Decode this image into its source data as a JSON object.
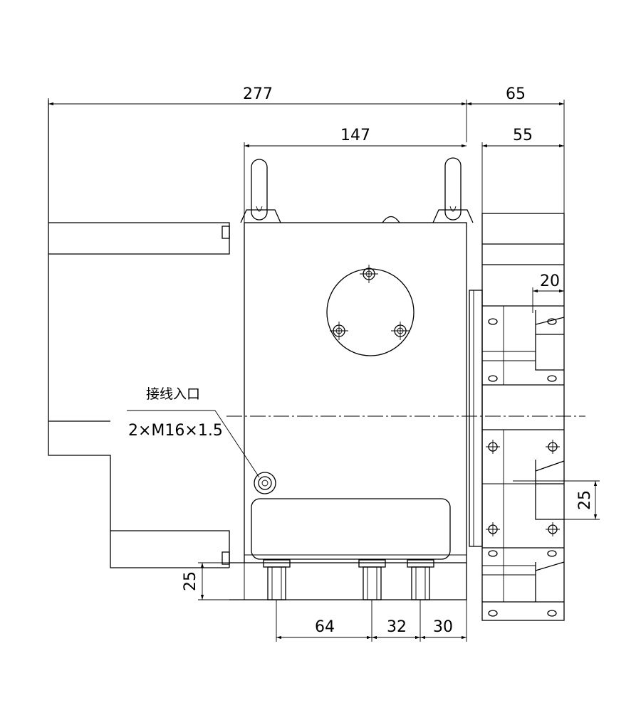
{
  "dimensions": {
    "overall_width": "277",
    "side_width": "65",
    "top_span": "147",
    "side_inner": "55",
    "side_step": "20",
    "side_gap": "25",
    "base_height": "25",
    "bottom_a": "64",
    "bottom_b": "32",
    "bottom_c": "30"
  },
  "annotation": {
    "title": "接线入口",
    "spec": "2×M16×1.5"
  }
}
